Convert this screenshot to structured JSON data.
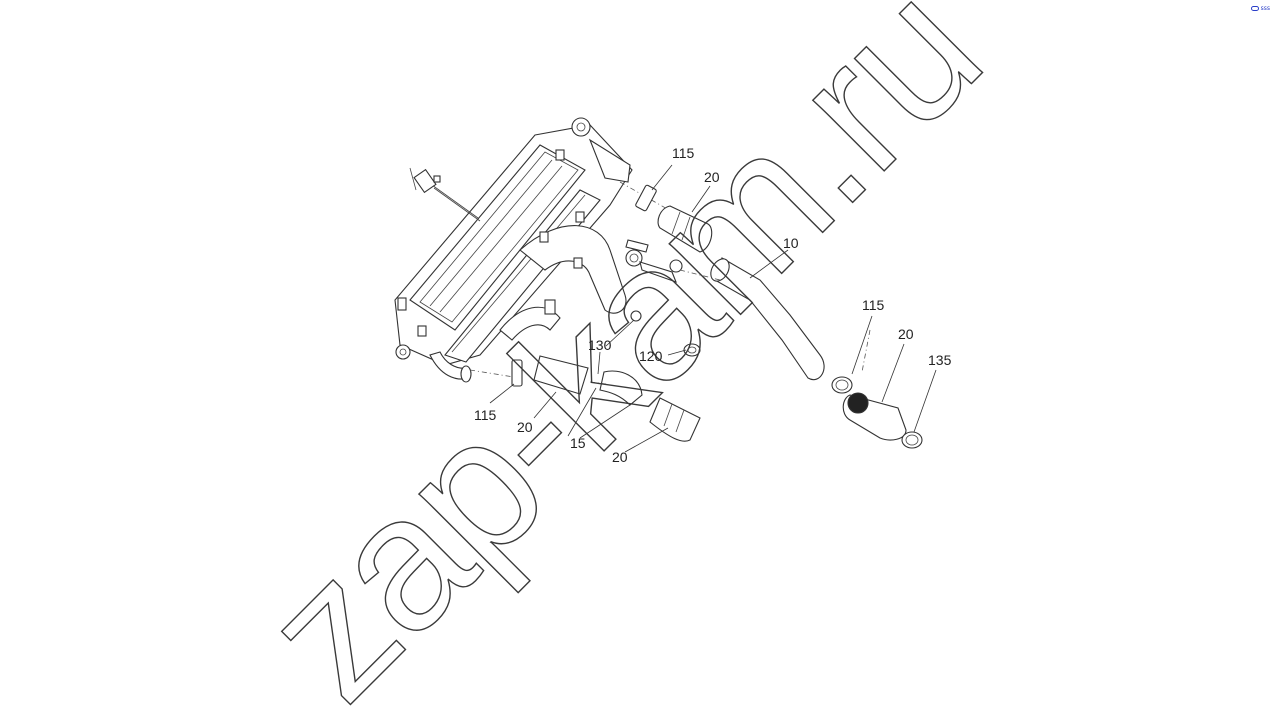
{
  "watermark": {
    "text": "zap-kam.ru"
  },
  "callouts": {
    "c115_top": "115",
    "c20_top": "20",
    "c10": "10",
    "c115_right": "115",
    "c20_right": "20",
    "c135": "135",
    "c130": "130",
    "c120": "120",
    "c115_left": "115",
    "c20_left": "20",
    "c15": "15",
    "c20_bottom": "20"
  },
  "corner_badge": {
    "icon": "link-icon",
    "label": "sss"
  },
  "colors": {
    "line": "#333333",
    "background": "#ffffff",
    "badge": "#2a3ec8"
  }
}
